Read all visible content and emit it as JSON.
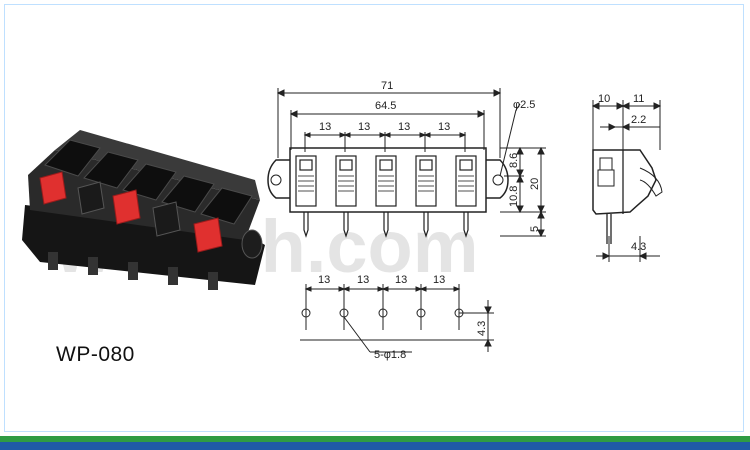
{
  "model_label": "WP-080",
  "watermark": "wolveh.com",
  "front_view": {
    "overall_width": "71",
    "mount_hole_spacing": "64.5",
    "pitch": [
      "13",
      "13",
      "13",
      "13"
    ],
    "hole_dia": "φ2.5",
    "height_upper": "8.6",
    "height_total": "20",
    "height_lower": "10.8",
    "pin_length": "5"
  },
  "side_view": {
    "depth_a": "10",
    "depth_b": "11",
    "offset": "2.2",
    "pin_offset": "4.3"
  },
  "pcb_layout": {
    "pitch": [
      "13",
      "13",
      "13",
      "13"
    ],
    "row_offset": "4.3",
    "hole_spec": "5-φ1.8"
  },
  "colors": {
    "line": "#222222",
    "button_red": "#e0302f",
    "housing": "#2a2a2a",
    "footer_green": "#2f9b43",
    "footer_blue": "#1f5aa6"
  }
}
